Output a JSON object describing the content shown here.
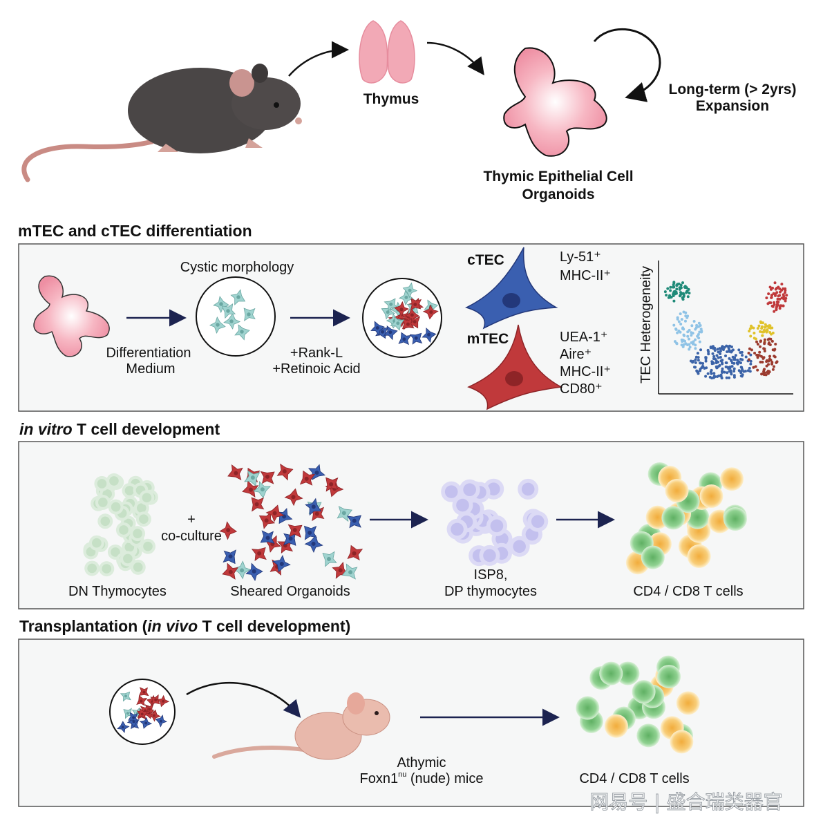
{
  "top": {
    "thymus_label": "Thymus",
    "organoid_label_line1": "Thymic Epithelial Cell",
    "organoid_label_line2": "Organoids",
    "expansion_line1": "Long-term (> 2yrs)",
    "expansion_line2": "Expansion"
  },
  "differentiation": {
    "title": "mTEC and cTEC differentiation",
    "cystic_label": "Cystic morphology",
    "medium_line1": "Differentiation",
    "medium_line2": "Medium",
    "rankl": "+Rank-L",
    "retinoic": "+Retinoic Acid",
    "ctec_label": "cTEC",
    "ctec_markers": [
      "Ly-51⁺",
      "MHC-II⁺"
    ],
    "mtec_label": "mTEC",
    "mtec_markers": [
      "UEA-1⁺",
      "Aire⁺",
      "MHC-II⁺",
      "CD80⁺"
    ],
    "heterogeneity_axis": "TEC Heterogeneity"
  },
  "invitro": {
    "title_italic": "in vitro",
    "title_rest": " T cell development",
    "plus": "+",
    "coculture": "co-culture",
    "dn_label": "DN Thymocytes",
    "sheared_label": "Sheared Organoids",
    "isp_line1": "ISP8,",
    "isp_line2": "DP thymocytes",
    "cd_label": "CD4 / CD8 T cells"
  },
  "transplant": {
    "title_start": "Transplantation (",
    "title_italic": "in vivo",
    "title_end": " T cell development)",
    "athymic_line1": "Athymic",
    "foxn1_pre": "Foxn1",
    "foxn1_sup": "nu",
    "foxn1_post": " (nude) mice",
    "cd_label": "CD4 / CD8 T cells"
  },
  "watermark": "网易号 | 盛合瑞类器官",
  "colors": {
    "organoid_pink": "#f4a6b4",
    "ctec_blue": "#3a5fb0",
    "mtec_red": "#c0393b",
    "teal_cell": "#9fd3cf",
    "dn_green": "#cfe6cf",
    "dp_lavender": "#c9c6f0",
    "cd_green": "#7cc77f",
    "cd_orange": "#f7c46a",
    "arrow_navy": "#1c2350",
    "box_fill": "#f6f7f7",
    "box_stroke": "#555555"
  }
}
